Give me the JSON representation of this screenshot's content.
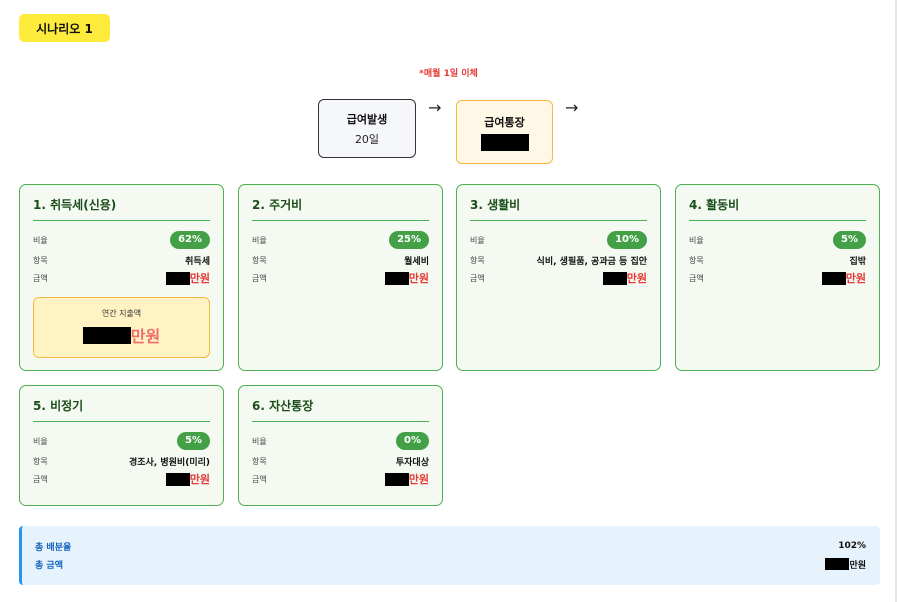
{
  "scenario_badge": "시나리오 1",
  "transfer_note": "*매월 1일 이체",
  "flow": {
    "salary": {
      "title": "급여발생",
      "sub": "20일"
    },
    "account": {
      "title": "급여통장"
    },
    "arrow": "→"
  },
  "field_labels": {
    "ratio": "비율",
    "item": "항목",
    "amount": "금액"
  },
  "unit": "만원",
  "cards": [
    {
      "title": "1. 취득세(신용)",
      "ratio": "62%",
      "item": "취득세"
    },
    {
      "title": "2. 주거비",
      "ratio": "25%",
      "item": "월세비"
    },
    {
      "title": "3. 생활비",
      "ratio": "10%",
      "item": "식비, 생필품, 공과금 등 집안"
    },
    {
      "title": "4. 활동비",
      "ratio": "5%",
      "item": "집밖"
    },
    {
      "title": "5. 비정기",
      "ratio": "5%",
      "item": "경조사, 병원비(미리)"
    },
    {
      "title": "6. 자산통장",
      "ratio": "0%",
      "item": "투자대상"
    }
  ],
  "annual": {
    "label": "연간 지출액",
    "unit": "만원"
  },
  "summary": {
    "ratio_label": "총 배분율",
    "ratio_value": "102%",
    "amount_label": "총 금액",
    "amount_unit": "만원"
  },
  "colors": {
    "accent_green": "#4caf50",
    "amount_red": "#e53935",
    "badge_yellow": "#ffeb3b",
    "summary_blue": "#2196f3"
  }
}
